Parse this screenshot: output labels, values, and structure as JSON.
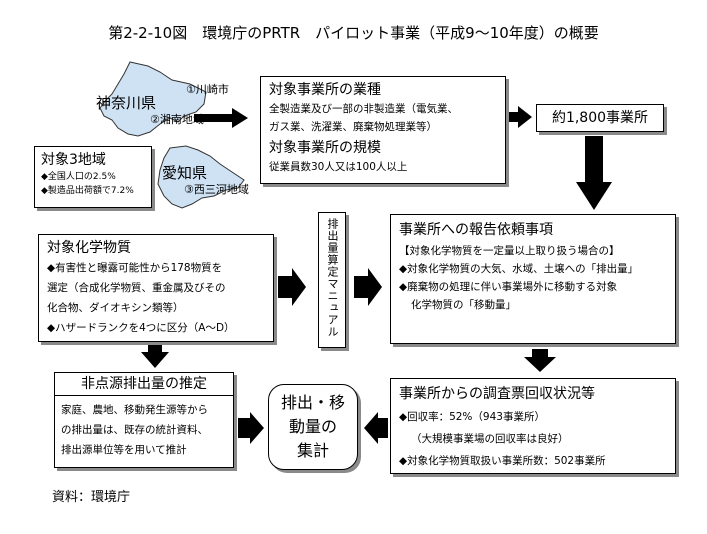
{
  "title": "第2-2-10図　環境庁のPRTR　パイロット事業（平成9～10年度）の概要",
  "map": {
    "kanagawa": "神奈川県",
    "kawasaki": "①川崎市",
    "shonan": "②湘南地域",
    "aichi": "愛知県",
    "nishimikawa": "③西三河地域"
  },
  "regions": {
    "heading": "対象3地域",
    "line1": "◆全国人口の2.5%",
    "line2": "◆製造品出荷額で7.2%"
  },
  "industry": {
    "heading": "対象事業所の業種",
    "line1": "全製造業及び一部の非製造業（電気業、",
    "line2": "ガス業、洗濯業、廃棄物処理業等）",
    "heading2": "対象事業所の規模",
    "line3": "従業員数30人又は100人以上"
  },
  "count": {
    "label": "約1,800事業所"
  },
  "chemicals": {
    "heading": "対象化学物質",
    "line1": "◆有害性と曝露可能性から178物質を",
    "line2": "選定（合成化学物質、重金属及びその",
    "line3": "化合物、ダイオキシン類等）",
    "line4": "◆ハザードランクを4つに区分（A～D）"
  },
  "manual": {
    "label": "排出量算定マニュアル"
  },
  "request": {
    "heading": "事業所への報告依頼事項",
    "line1": "【対象化学物質を一定量以上取り扱う場合の】",
    "line2": "◆対象化学物質の大気、水域、土壌への「排出量」",
    "line3": "◆廃棄物の処理に伴い事業場外に移動する対象",
    "line4": "化学物質の「移動量」"
  },
  "nonpoint": {
    "heading": "非点源排出量の推定",
    "line1": "家庭、農地、移動発生源等から",
    "line2": "の排出量は、既存の統計資料、",
    "line3": "排出源単位等を用いて推計"
  },
  "aggregate": {
    "line1": "排出・移",
    "line2": "動量の",
    "line3": "集計"
  },
  "survey": {
    "heading": "事業所からの調査票回収状況等",
    "line1": "◆回収率：52%（943事業所）",
    "line2": "（大規模事業場の回収率は良好）",
    "line3": "◆対象化学物質取扱い事業所数：502事業所"
  },
  "source": "資料：環境庁",
  "colors": {
    "map_fill": "#cfe2f3",
    "map_outline": "#333333",
    "arrow": "#000000",
    "shadow": "#8a8a8a"
  }
}
